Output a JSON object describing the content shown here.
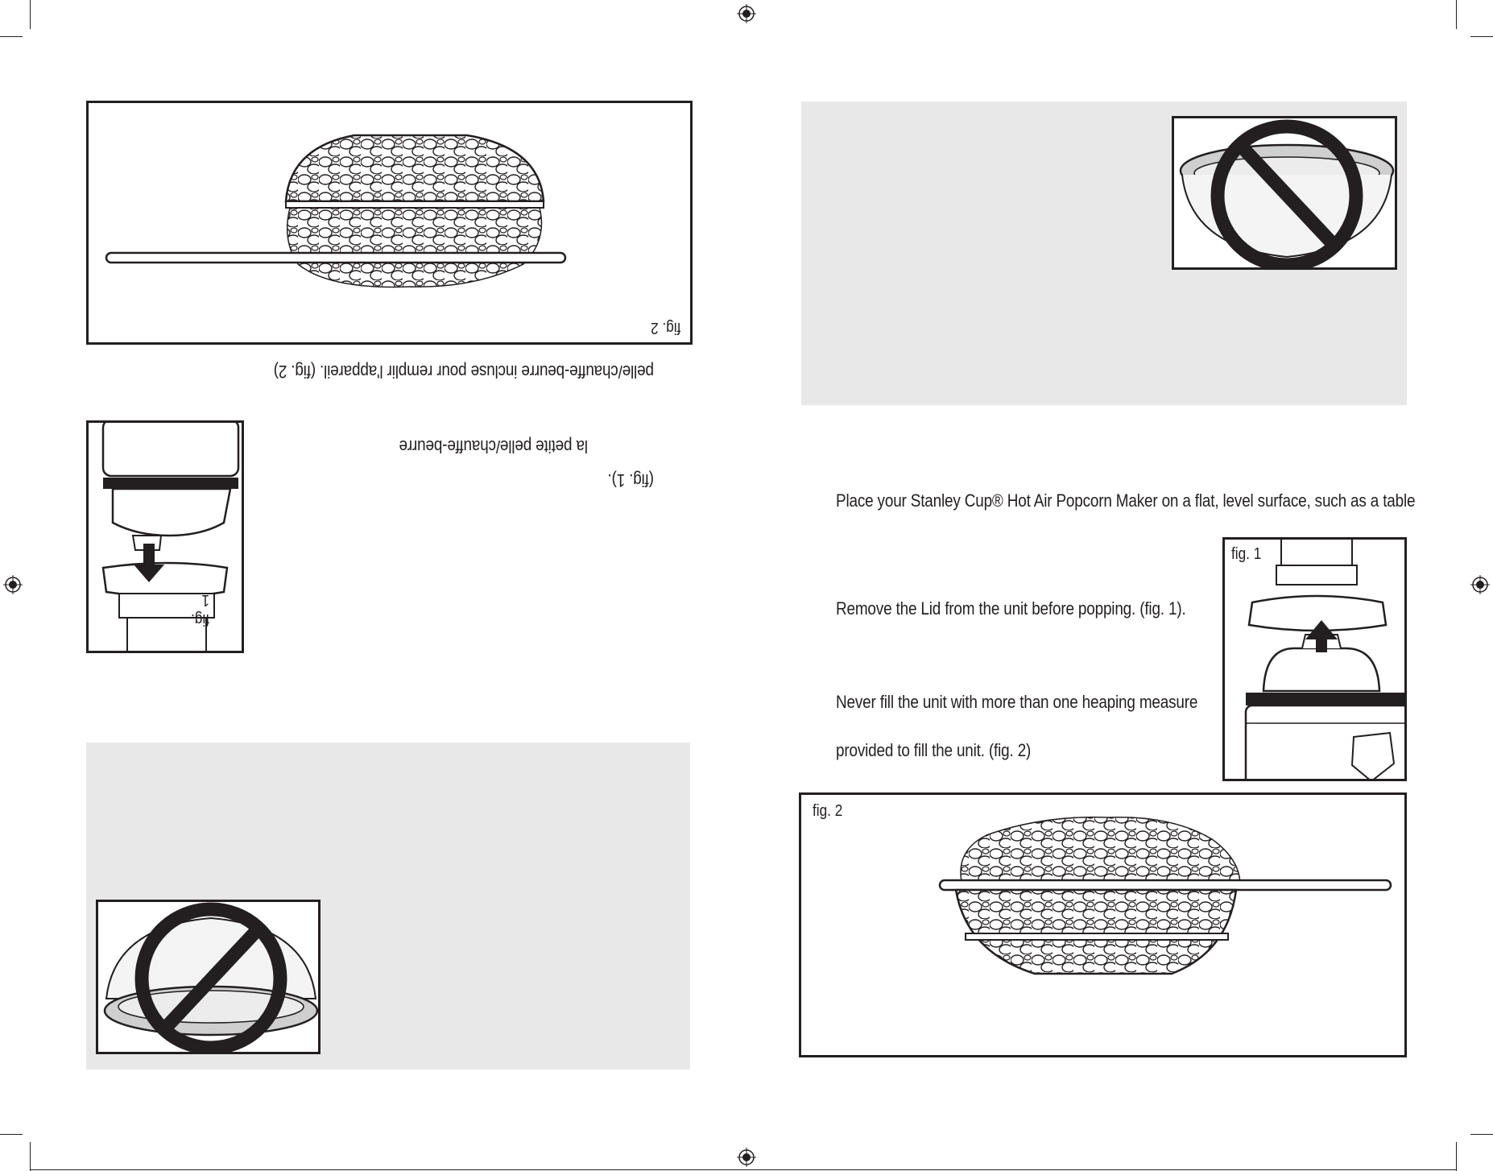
{
  "left_page": {
    "caption_fig2": "pelle/chauffe-beurre incluse pour remplir l'appareil. (fig. 2)",
    "caption_scoop": "la petite pelle/chauffe-beurre",
    "caption_fig1": "(fig. 1).",
    "fig1_label": "fig. 1",
    "fig2_label": "fig. 2"
  },
  "right_page": {
    "para1": "Place your Stanley Cup® Hot Air Popcorn Maker on a flat, level surface, such as a table",
    "para2": "Remove the Lid from the unit before popping. (fig. 1).",
    "para3_line1": "Never fill the unit with more than one heaping measure",
    "para3_line2": "provided to fill the unit. (fig. 2)",
    "fig1_label": "fig. 1",
    "fig2_label": "fig. 2"
  },
  "icons": {
    "prohibited": "no-symbol-icon",
    "registration": "crosshair-registration-mark",
    "arrow": "arrow-icon"
  },
  "colors": {
    "ink": "#231f20",
    "panel": "#e8e8e8"
  }
}
